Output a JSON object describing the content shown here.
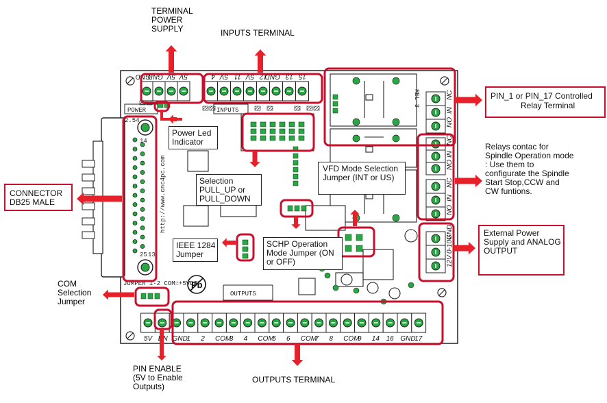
{
  "callouts": {
    "terminal_power": "TERMINAL POWER SUPPLY",
    "inputs_terminal": "INPUTS TERMINAL",
    "relay_terminal_l1": "PIN_1 or PIN_17 Controlled",
    "relay_terminal_l2": "Relay Terminal",
    "relays_contact": "Relays contac for Spindle Operation mode : Use them to configurate the Spindle Start Stop,CCW and CW funtions.",
    "external_power": "External Power Supply and ANALOG OUTPUT",
    "connector": "CONNECTOR DB25 MALE",
    "power_led": "Power Led Indicator",
    "selection": "Selection PULL_UP or PULL_DOWN",
    "vfd_mode": "VFD Mode Selection Jumper (INT or US)",
    "ieee": "IEEE 1284 Jumper",
    "schp": "SCHP Operation Mode Jumper (ON or OFF)",
    "com_selection": "COM Selection Jumper",
    "pin_enable": "PIN ENABLE (5V to Enable Outputs)",
    "outputs_terminal": "OUTPUTS TERMINAL"
  },
  "board": {
    "power_label": "POWER",
    "inputs_label": "INPUTS",
    "outputs_label": "OUTPUTS",
    "website": "http://www.cnc4pc.com",
    "pb_mark": "Pb",
    "jumper_text": "JUMPER 1-2 COM=+5VDC",
    "pin_2_54": "2.54",
    "pin_14": "14",
    "pin_25": "25",
    "pin_13": "13",
    "pin_1": "1",
    "rel3": "REL 3",
    "power_pins": [
      "GND",
      "GND",
      "5V",
      "5V"
    ],
    "input_pins": [
      "4",
      "5V",
      "11",
      "5V",
      "12",
      "GND",
      "13",
      "15"
    ],
    "relay_pins_top": [
      "NO",
      "IN",
      "NC"
    ],
    "relay_pins_mid": [
      "NO",
      "IN",
      "NC"
    ],
    "relay_pins_mid2": [
      "NO",
      "IN",
      "NC"
    ],
    "analog_pins": [
      "12V",
      "0-10V",
      "GND"
    ],
    "output_pins": [
      "5V",
      "EN",
      "GND",
      "1",
      "2",
      "COM",
      "3",
      "4",
      "COM",
      "5",
      "6",
      "COM",
      "7",
      "8",
      "COM",
      "9",
      "14",
      "16",
      "GND",
      "17"
    ]
  },
  "colors": {
    "callout_red": "#c8102e",
    "arrow_red": "#e8202a",
    "pad_green": "#27a843",
    "board": "#ffffff",
    "trace": "#222222"
  }
}
